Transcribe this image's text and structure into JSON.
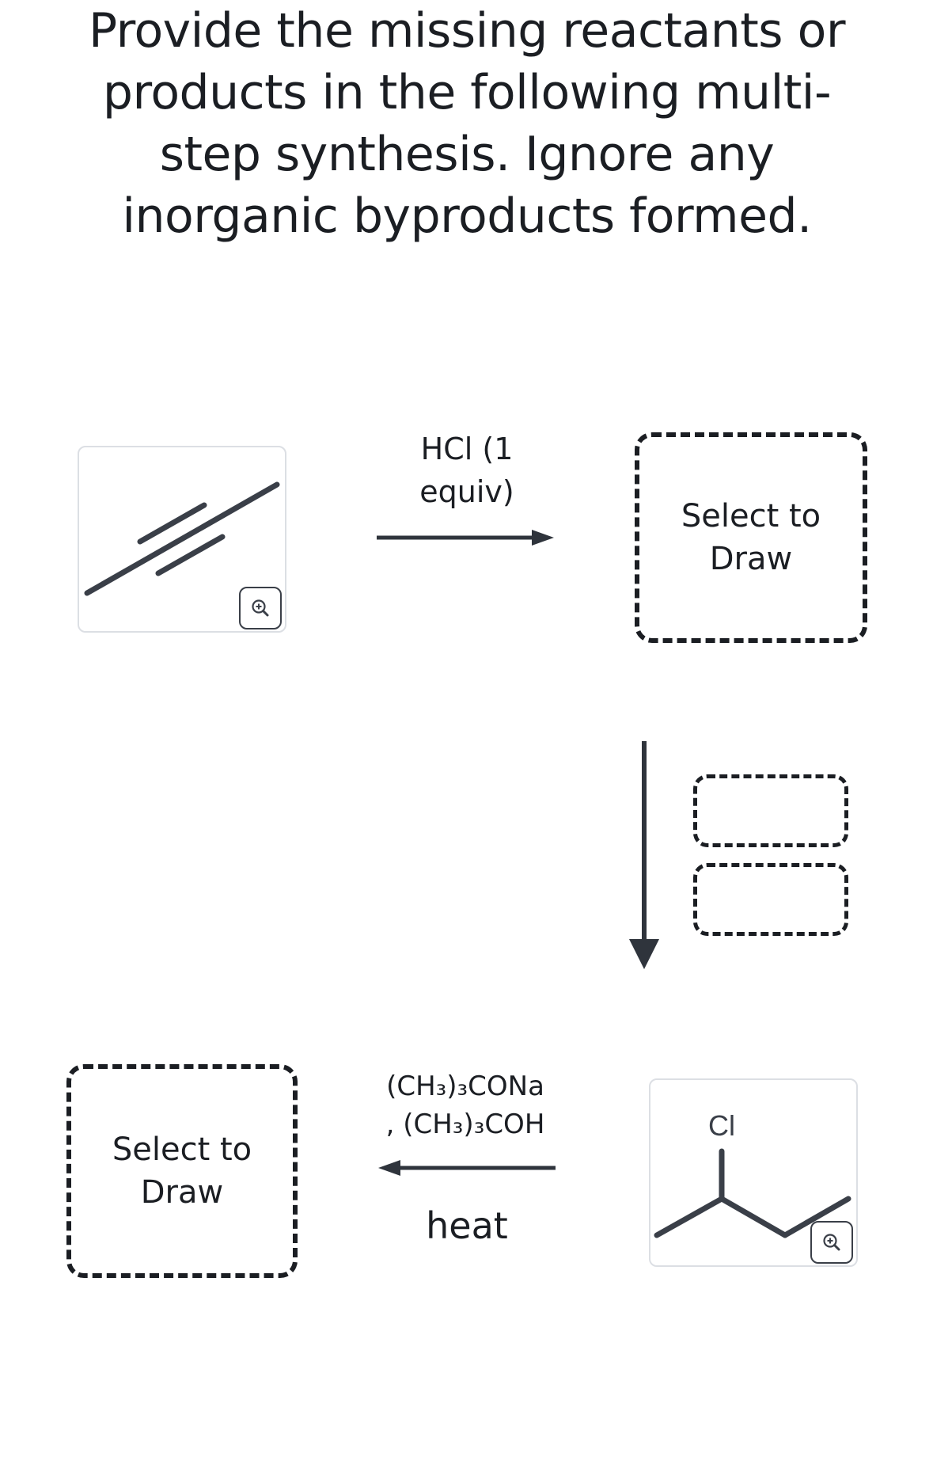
{
  "question": "Provide the missing reactants or products in the following multi-step synthesis. Ignore any inorganic byproducts formed.",
  "step1": {
    "reagent_line1": "HCl (1",
    "reagent_line2": "equiv)"
  },
  "product1_box": {
    "label_line1": "Select to",
    "label_line2": "Draw"
  },
  "step2": {
    "reagent_boxes": 2
  },
  "intermediate": {
    "atom_label": "Cl"
  },
  "step3": {
    "reagent_line1": "(CH₃)₃CONa",
    "reagent_line2": ", (CH₃)₃COH",
    "condition": "heat"
  },
  "final_box": {
    "label_line1": "Select to",
    "label_line2": "Draw"
  },
  "colors": {
    "text": "#1b1e23",
    "bond": "#3a3f48",
    "card_border": "#dcdfe4"
  }
}
